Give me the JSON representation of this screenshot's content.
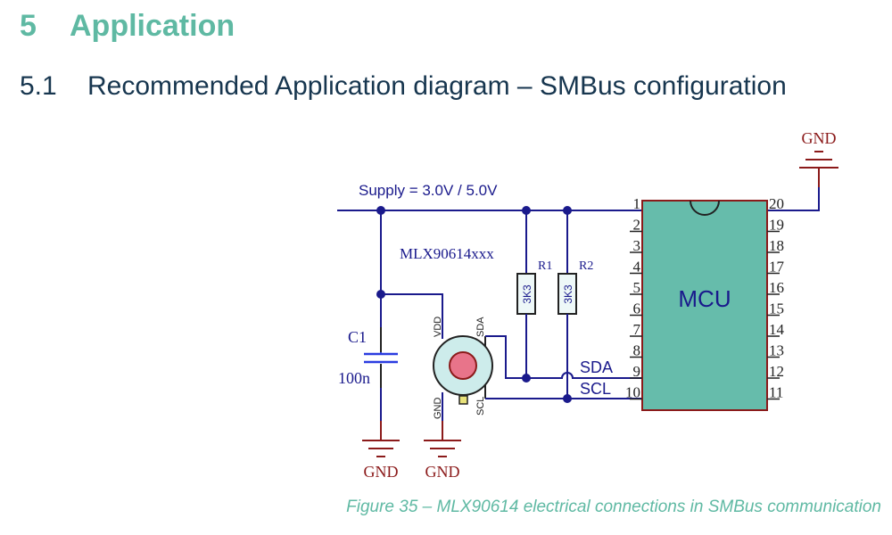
{
  "section": {
    "number": "5",
    "title": "Application"
  },
  "subsection": {
    "number": "5.1",
    "title": "Recommended Application diagram – SMBus configuration"
  },
  "schematic": {
    "supply_label": "Supply = 3.0V / 5.0V",
    "sensor_label": "MLX90614xxx",
    "sensor_pins": {
      "vdd": "VDD",
      "sda": "SDA",
      "gnd": "GND",
      "scl": "SCL"
    },
    "capacitor": {
      "name": "C1",
      "value": "100n"
    },
    "resistors": [
      {
        "name": "R1",
        "value": "3K3"
      },
      {
        "name": "R2",
        "value": "3K3"
      }
    ],
    "bus_labels": {
      "sda": "SDA",
      "scl": "SCL"
    },
    "mcu": {
      "label": "MCU",
      "left_pins": [
        "1",
        "2",
        "3",
        "4",
        "5",
        "6",
        "7",
        "8",
        "9",
        "10"
      ],
      "right_pins": [
        "20",
        "19",
        "18",
        "17",
        "16",
        "15",
        "14",
        "13",
        "12",
        "11"
      ]
    },
    "ground_labels": [
      "GND",
      "GND",
      "GND"
    ],
    "colors": {
      "wire": "#1a1a8c",
      "ground": "#8b1a1a",
      "mcu_fill": "#66bcab",
      "sensor_body": "#cdeceb",
      "sensor_lens": "#e8748a",
      "capacitor": "#2a3ce0"
    }
  },
  "caption": "Figure 35 – MLX90614 electrical connections in SMBus communication"
}
